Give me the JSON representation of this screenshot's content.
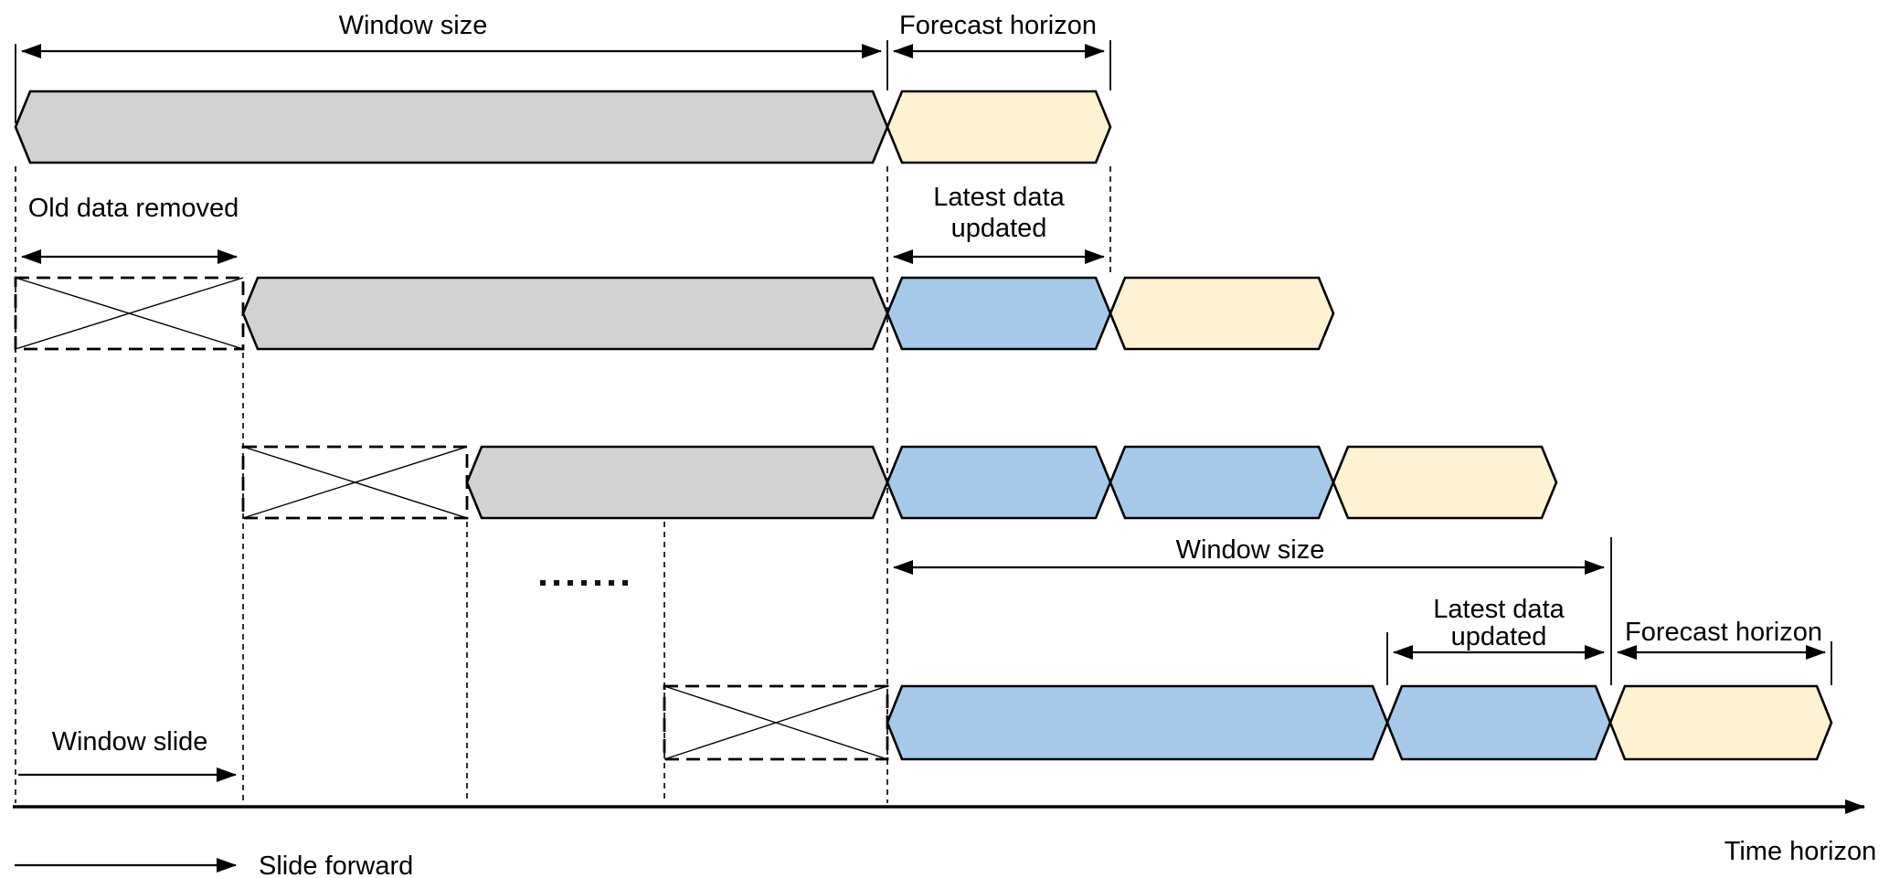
{
  "diagram": {
    "type": "sliding-window-forecasting-scheme",
    "colors": {
      "window_bar": "#d2d2d2",
      "updated_bar": "#a6c9e9",
      "forecast_bar": "#fdf3d2",
      "outline": "#000000"
    },
    "labels": {
      "window_size_top": "Window size",
      "forecast_horizon_top": "Forecast horizon",
      "old_data_removed": "Old data removed",
      "latest_data_top_line1": "Latest data",
      "latest_data_top_line2": "updated",
      "window_size_bottom": "Window size",
      "latest_data_bottom_line1": "Latest data",
      "latest_data_bottom_line2": "updated",
      "forecast_horizon_bottom": "Forecast horizon",
      "window_slide": "Window slide",
      "slide_forward": "Slide forward",
      "time_horizon": "Time horizon"
    },
    "ellipsis_dot_count": 7,
    "row_count": 4
  }
}
